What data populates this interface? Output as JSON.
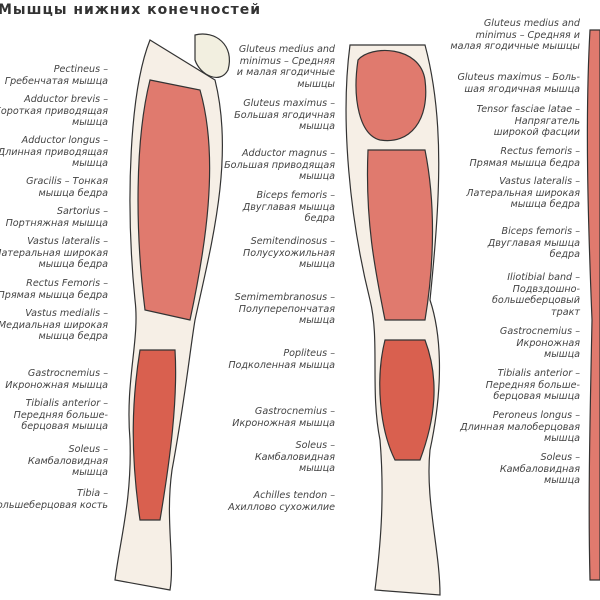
{
  "title": "Мышцы нижних конечностей",
  "colors": {
    "muscle": "#e07a6e",
    "muscle_dark": "#c9483c",
    "outline": "#333333",
    "bone": "#f2efe0",
    "text": "#444444"
  },
  "front_view": [
    {
      "text": "Pectineus –\nГребенчатая мышца"
    },
    {
      "text": "Adductor brevis –\nКороткая приводящая\nмышца"
    },
    {
      "text": "Adductor longus –\nДлинная приводящая\nмышца"
    },
    {
      "text": "Gracilis – Тонкая\nмышца бедра"
    },
    {
      "text": "Sartorius –\nПортняжная мышца"
    },
    {
      "text": "Vastus lateralis –\nЛатеральная широкая\nмышца бедра"
    },
    {
      "text": "Rectus Femoris –\nПрямая мышца бедра"
    },
    {
      "text": "Vastus medialis –\nМедиальная широкая\nмышца бедра"
    },
    {
      "text": "Gastrocnemius –\nИкроножная мышца"
    },
    {
      "text": "Tibialis anterior –\nПередняя больше-\nберцовая мышца"
    },
    {
      "text": "Soleus –\nКамбаловидная\nмышца"
    },
    {
      "text": "Tibia –\nБольшеберцовая кость"
    }
  ],
  "back_view": [
    {
      "text": "Gluteus medius and\nminimus – Средняя\nи малая ягодичные\nмышцы"
    },
    {
      "text": "Gluteus maximus –\nБольшая ягодичная\nмышца"
    },
    {
      "text": "Adductor magnus –\nБольшая приводящая\nмышца"
    },
    {
      "text": "Biceps femoris –\nДвуглавая мышца\nбедра"
    },
    {
      "text": "Semitendinosus –\nПолусухожильная\nмышца"
    },
    {
      "text": "Semimembranosus –\nПолуперепончатая\nмышца"
    },
    {
      "text": "Popliteus –\nПодколенная мышца"
    },
    {
      "text": "Gastrocnemius –\nИкроножная мышца"
    },
    {
      "text": "Soleus –\nКамбаловидная\nмышца"
    },
    {
      "text": "Achilles tendon –\nАхиллово сухожилие"
    }
  ],
  "side_view": [
    {
      "text": "Gluteus medius and\nminimus – Средняя и\nмалая ягодичные мышцы"
    },
    {
      "text": "Gluteus maximus – Боль-\nшая ягодичная мышца"
    },
    {
      "text": "Tensor fasciae latae –\nНапрягатель\nширокой фасции"
    },
    {
      "text": "Rectus femoris –\nПрямая мышца бедра"
    },
    {
      "text": "Vastus lateralis –\nЛатеральная широкая\nмышца бедра"
    },
    {
      "text": "Biceps femoris –\nДвуглавая мышца\nбедра"
    },
    {
      "text": "Iliotibial band –\nПодвздошно-\nбольшеберцовый\nтракт"
    },
    {
      "text": "Gastrocnemius –\nИкроножная\nмышца"
    },
    {
      "text": "Tibialis anterior –\nПередняя больше-\nберцовая мышца"
    },
    {
      "text": "Peroneus longus –\nДлинная малоберцовая\nмышца"
    },
    {
      "text": "Soleus –\nКамбаловидная\nмышца"
    }
  ]
}
